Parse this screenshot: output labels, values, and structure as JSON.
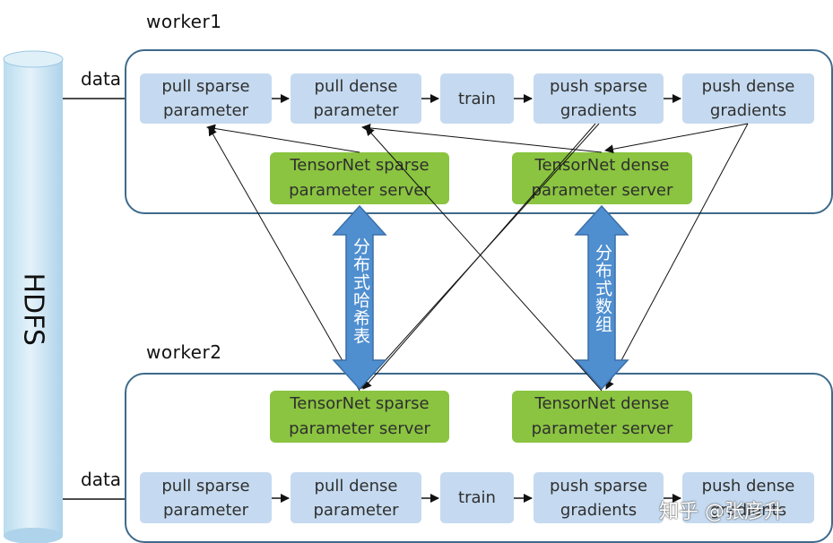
{
  "storage": {
    "label": "HDFS"
  },
  "workers": [
    {
      "label": "worker1",
      "data_label": "data",
      "steps": [
        "pull sparse\nparameter",
        "pull dense\nparameter",
        "train",
        "push sparse\ngradients",
        "push dense\ngradients"
      ],
      "servers": [
        "TensorNet sparse\nparameter server",
        "TensorNet dense\nparameter server"
      ]
    },
    {
      "label": "worker2",
      "data_label": "data",
      "steps": [
        "pull sparse\nparameter",
        "pull dense\nparameter",
        "train",
        "push sparse\ngradients",
        "push dense\ngradients"
      ],
      "servers": [
        "TensorNet sparse\nparameter server",
        "TensorNet dense\nparameter server"
      ]
    }
  ],
  "links": [
    {
      "label": "分布式哈希表"
    },
    {
      "label": "分布式数组"
    }
  ],
  "watermark": "知乎 @张彦升",
  "colors": {
    "step_fill": "#c5daf0",
    "server_fill": "#8ac440",
    "worker_border": "#3e6a8a",
    "hdfs_fill": "#cfe6f3",
    "link_arrow": "#4f8fd0"
  }
}
